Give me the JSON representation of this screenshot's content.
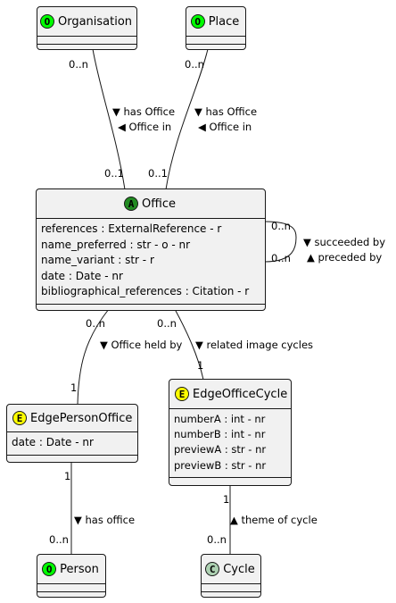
{
  "classes": {
    "organisation": {
      "name": "Organisation",
      "stereotype": "O",
      "color": "#00ff00"
    },
    "place": {
      "name": "Place",
      "stereotype": "O",
      "color": "#00ff00"
    },
    "office": {
      "name": "Office",
      "stereotype": "A",
      "color": "#228b22",
      "fields": [
        "references : ExternalReference - r",
        "name_preferred : str - o - nr",
        "name_variant : str - r",
        "date : Date - nr",
        "bibliographical_references : Citation - r"
      ]
    },
    "edge_person_office": {
      "name": "EdgePersonOffice",
      "stereotype": "E",
      "color": "#ffff00",
      "fields": [
        "date : Date - nr"
      ]
    },
    "edge_office_cycle": {
      "name": "EdgeOfficeCycle",
      "stereotype": "E",
      "color": "#ffff00",
      "fields": [
        "numberA : int - nr",
        "numberB : int - nr",
        "previewA : str - nr",
        "previewB : str - nr"
      ]
    },
    "person": {
      "name": "Person",
      "stereotype": "O",
      "color": "#00ff00"
    },
    "cycle": {
      "name": "Cycle",
      "stereotype": "C",
      "color": "#add1b2"
    }
  },
  "labels": {
    "org_mult": "0..n",
    "org_label_1": "▼ has Office",
    "org_label_2": "◀ Office in",
    "office_mult_org": "0..1",
    "place_mult": "0..n",
    "place_label_1": "▼ has Office",
    "place_label_2": "◀ Office in",
    "office_mult_place": "0..1",
    "self_mult_1": "0..n",
    "self_mult_2": "0..n",
    "self_label_1": "▼ succeeded by",
    "self_label_2": "▲ preceded by",
    "office_mult_epo": "0..n",
    "epo_label": "▼ Office held by",
    "epo_mult": "1",
    "office_mult_eoc": "0..n",
    "eoc_label": "▼ related image cycles",
    "eoc_mult": "1",
    "epo_mult_person": "1",
    "person_label": "▼ has office",
    "person_mult": "0..n",
    "eoc_mult_cycle": "1",
    "cycle_label": "▲ theme of cycle",
    "cycle_mult": "0..n"
  }
}
